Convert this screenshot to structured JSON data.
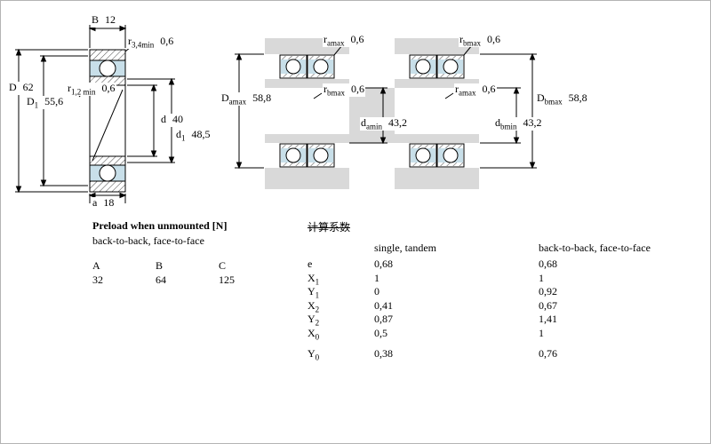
{
  "colors": {
    "housing_gray": "#d9d9d9",
    "ball_blue": "#c8dfe9",
    "line_black": "#000000"
  },
  "drawing_labels": {
    "B": {
      "sym": "B",
      "sub": "",
      "val": "12"
    },
    "r34": {
      "sym": "r",
      "sub": "3,4min",
      "val": "0,6"
    },
    "D": {
      "sym": "D",
      "sub": "",
      "val": "62"
    },
    "D1": {
      "sym": "D",
      "sub": "1",
      "val": "55,6"
    },
    "r12": {
      "sym": "r",
      "sub": "1,2 min",
      "val": "0,6"
    },
    "d": {
      "sym": "d",
      "sub": "",
      "val": "40"
    },
    "d1": {
      "sym": "d",
      "sub": "1",
      "val": "48,5"
    },
    "a": {
      "sym": "a",
      "sub": "",
      "val": "18"
    },
    "ramax1": {
      "sym": "r",
      "sub": "amax",
      "val": "0,6"
    },
    "Damax": {
      "sym": "D",
      "sub": "amax",
      "val": "58,8"
    },
    "rbmax1": {
      "sym": "r",
      "sub": "bmax",
      "val": "0,6"
    },
    "damin": {
      "sym": "d",
      "sub": "amin",
      "val": "43,2"
    },
    "rbmax2": {
      "sym": "r",
      "sub": "bmax",
      "val": "0,6"
    },
    "ramax2": {
      "sym": "r",
      "sub": "amax",
      "val": "0,6"
    },
    "Dbmax": {
      "sym": "D",
      "sub": "bmax",
      "val": "58,8"
    },
    "dbmin": {
      "sym": "d",
      "sub": "bmin",
      "val": "43,2"
    }
  },
  "preload": {
    "title": "Preload when unmounted [N]",
    "subtitle": "back-to-back, face-to-face",
    "headers": [
      "A",
      "B",
      "C"
    ],
    "values": [
      "32",
      "64",
      "125"
    ]
  },
  "factors": {
    "title": "计算系数",
    "col_headers": [
      "single, tandem",
      "back-to-back, face-to-face"
    ],
    "rows": [
      {
        "sym": "e",
        "sub": "",
        "v1": "0,68",
        "v2": "0,68"
      },
      {
        "sym": "X",
        "sub": "1",
        "v1": "1",
        "v2": "1"
      },
      {
        "sym": "Y",
        "sub": "1",
        "v1": "0",
        "v2": "0,92"
      },
      {
        "sym": "X",
        "sub": "2",
        "v1": "0,41",
        "v2": "0,67"
      },
      {
        "sym": "Y",
        "sub": "2",
        "v1": "0,87",
        "v2": "1,41"
      },
      {
        "sym": "X",
        "sub": "0",
        "v1": "0,5",
        "v2": "1"
      },
      {
        "sym": "Y",
        "sub": "0",
        "v1": "0,38",
        "v2": "0,76"
      }
    ]
  }
}
